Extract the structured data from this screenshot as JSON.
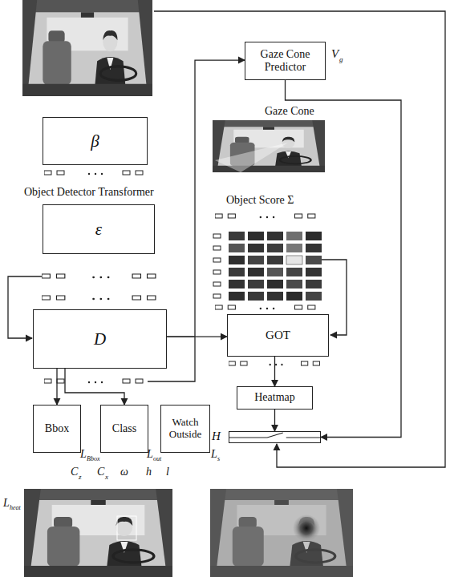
{
  "diagram": {
    "nodes": [
      {
        "text": [
          "Gaze Cone Predictor"
        ]
      },
      {
        "text": [
          "β"
        ]
      },
      {
        "text": [
          "ε"
        ]
      },
      {
        "text": [
          "D"
        ]
      },
      {
        "text": [
          "GOT"
        ]
      },
      {
        "text": [
          "Heatmap"
        ]
      },
      {
        "text": [
          "Bbox"
        ]
      },
      {
        "text": [
          "Class"
        ]
      },
      {
        "text": [
          "Watch Outside"
        ]
      },
      {
        "text": [
          "H"
        ]
      }
    ],
    "edges": [
      {
        "from": 3,
        "to": 4,
        "arrow": "to"
      },
      {
        "from": 3,
        "to": 0,
        "arrow": "to"
      },
      {
        "from": 0,
        "to": 9,
        "arrow": "to"
      },
      {
        "from": 4,
        "to": 5,
        "arrow": "to"
      },
      {
        "from": 5,
        "to": 9,
        "arrow": "to"
      },
      {
        "from": 3,
        "to": 6,
        "arrow": "to"
      },
      {
        "from": 3,
        "to": 7,
        "arrow": "to"
      }
    ],
    "labels": [
      "Object Detector Transformer",
      "V",
      "g",
      "Gaze Cone",
      "Object Score Σ",
      "L",
      "Bbox",
      "L",
      "out",
      "L",
      "s",
      "C",
      "z",
      "C",
      "x",
      "ω",
      "h",
      "l",
      "L",
      "heat"
    ]
  }
}
